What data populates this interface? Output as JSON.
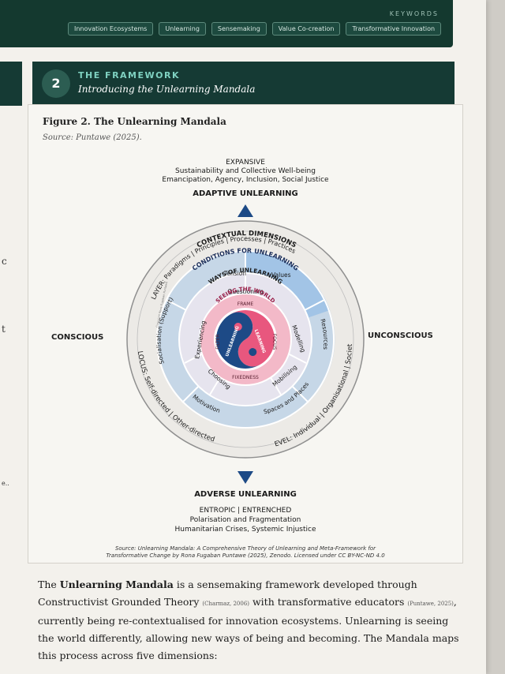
{
  "keywords": {
    "label": "KEYWORDS",
    "tags": [
      "Innovation Ecosystems",
      "Unlearning",
      "Sensemaking",
      "Value Co-creation",
      "Transformative Innovation"
    ]
  },
  "section": {
    "number": "2",
    "title": "THE FRAMEWORK",
    "subtitle": "Introducing the Unlearning Mandala"
  },
  "margin": {
    "marks": [
      "c",
      "t",
      "e.."
    ]
  },
  "figure": {
    "title": "Figure 2. The Unlearning Mandala",
    "source": "Source: Puntawe (2025).",
    "top": {
      "line1": "EXPANSIVE",
      "line2": "Sustainability and Collective Well-being",
      "line3": "Emancipation, Agency, Inclusion, Social Justice",
      "heading": "ADAPTIVE UNLEARNING"
    },
    "left_label": "CONSCIOUS",
    "right_label": "UNCONSCIOUS",
    "bottom": {
      "heading": "ADVERSE UNLEARNING",
      "line1": "ENTROPIC | ENTRENCHED",
      "line2": "Polarisation and Fragmentation",
      "line3": "Humanitarian Crises, Systemic Injustice"
    },
    "credit_line1": "Source: Unlearning Mandala: A Comprehensive Theory of Unlearning and Meta-Framework for",
    "credit_line2": "Transformative Change by Rona Fugaban Puntawe (2025), Zenodo. Licensed under CC BY-NC-ND 4.0",
    "mandala": {
      "contextual_title": "CONTEXTUAL DIMENSIONS",
      "layer_text": "LAYER: Paradigms | Principles | Processes | Practices",
      "level_text": "LEVEL: Individual | Organisational | Societal",
      "locus_text": "LOCUS: Self-directed | Other-directed",
      "conditions_title": "CONDITIONS FOR UNLEARNING",
      "tension": "Tension",
      "values": "Values",
      "resources": "Resources",
      "spaces": "Spaces and Places",
      "motivation": "Motivation",
      "socialisation": "Socialisation (Support)",
      "ways_title": "WAYS OF UNLEARNING",
      "questioning": "Questioning",
      "modelling": "Modelling",
      "mobilising": "Mobilising",
      "choosing": "Choosing",
      "experiencing": "Experiencing",
      "seeing_title": "SEEING THE WORLD",
      "frame": "FRAME",
      "focus": "FOCUS",
      "fixedness": "FIXEDNESS",
      "filter": "FILTER",
      "yin": "UNLEARNING",
      "yang": "LEARNING",
      "copyright": "Copyright Rona Fugaban Puntawe"
    }
  },
  "body": {
    "p1_bold": "Unlearning Mandala",
    "p1_a": "The ",
    "p1_b": " is a sensemaking framework developed through",
    "p2_a": "Constructivist Grounded Theory ",
    "p2_cite1": "(Charmaz, 2006)",
    "p2_b": " with transformative educators ",
    "p2_cite2": "(Puntawe, 2025)",
    "p2_c": ",",
    "p3": "currently being re-contextualised for innovation ecosystems. Unlearning is seeing",
    "p4": "the world differently, allowing new ways of being and becoming. The Mandala maps",
    "p5": "this process across five dimensions:"
  }
}
